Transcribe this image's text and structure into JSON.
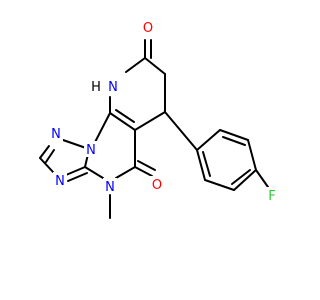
{
  "structure": {
    "colors": {
      "background": "#ffffff",
      "bond": "#000000",
      "nitrogen": "#0000ff",
      "oxygen": "#ff0000",
      "fluorine": "#33cc33",
      "carbon_label": "#000000"
    },
    "atoms": [
      {
        "id": "O1",
        "label": "O",
        "element": "oxygen"
      },
      {
        "id": "N_H",
        "label": "N",
        "element": "nitrogen"
      },
      {
        "id": "H_NH",
        "label": "H",
        "element": "carbon_label"
      },
      {
        "id": "N_tr1",
        "label": "N",
        "element": "nitrogen"
      },
      {
        "id": "N_tr2",
        "label": "N",
        "element": "nitrogen"
      },
      {
        "id": "N_tr3",
        "label": "N",
        "element": "nitrogen"
      },
      {
        "id": "N_me",
        "label": "N",
        "element": "nitrogen"
      },
      {
        "id": "O2",
        "label": "O",
        "element": "oxygen"
      },
      {
        "id": "F",
        "label": "F",
        "element": "fluorine"
      }
    ]
  }
}
